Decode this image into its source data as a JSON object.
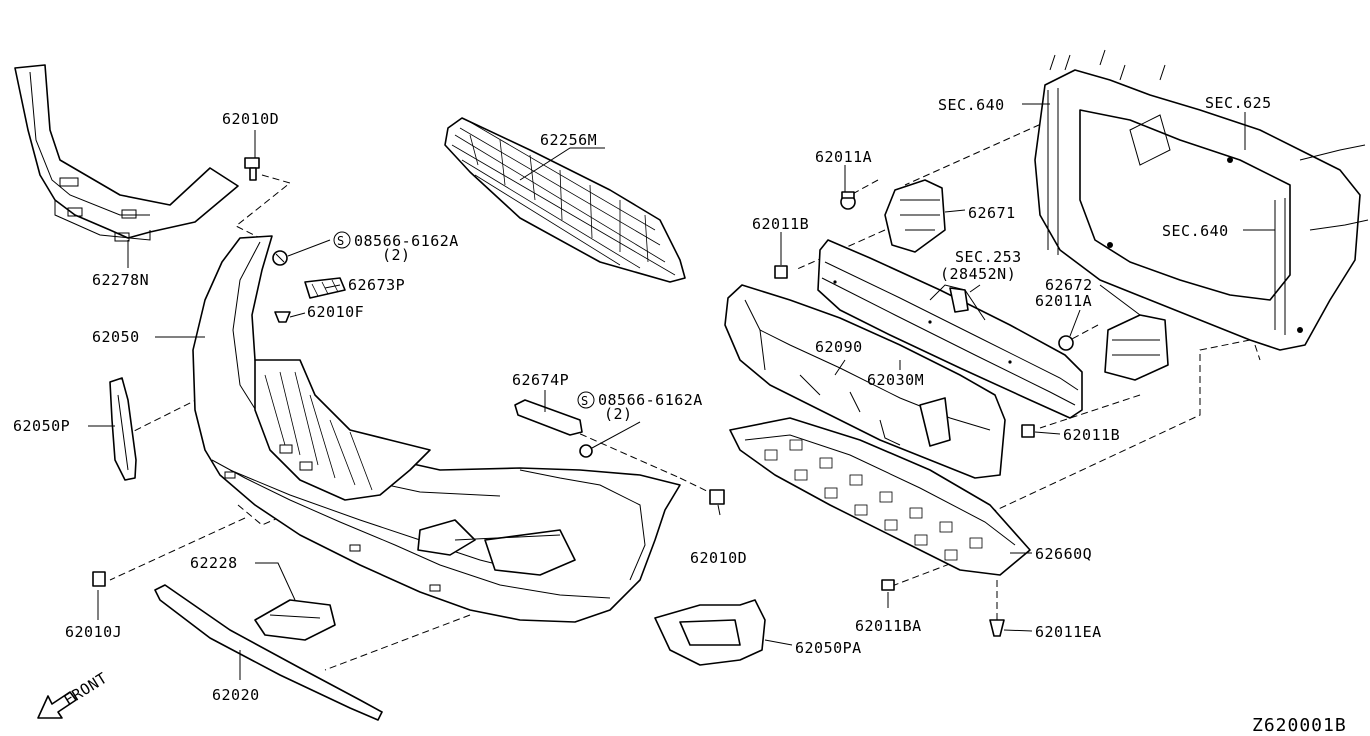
{
  "diagram_code": "Z620001B",
  "front_label": "FRONT",
  "labels": {
    "l_62010D_top": "62010D",
    "l_62278N": "62278N",
    "l_62256M": "62256M",
    "l_08566_a": "08566-6162A",
    "l_qty2_a": "(2)",
    "l_62673P": "62673P",
    "l_62010F": "62010F",
    "l_62050": "62050",
    "l_62050P": "62050P",
    "l_62674P": "62674P",
    "l_08566_b": "08566-6162A",
    "l_qty2_b": "(2)",
    "l_62010D_bottom": "62010D",
    "l_62228": "62228",
    "l_62010J": "62010J",
    "l_62020": "62020",
    "l_62050PA": "62050PA",
    "l_sec640_top": "SEC.640",
    "l_sec625": "SEC.625",
    "l_62011A_top": "62011A",
    "l_62671": "62671",
    "l_62011B_left": "62011B",
    "l_sec253": "SEC.253",
    "l_28452N": "(28452N)",
    "l_sec640_right": "SEC.640",
    "l_62672": "62672",
    "l_62011A_mid": "62011A",
    "l_62090": "62090",
    "l_62030M": "62030M",
    "l_62011B_right": "62011B",
    "l_62660Q": "62660Q",
    "l_62011BA": "62011BA",
    "l_62011EA": "62011EA"
  }
}
